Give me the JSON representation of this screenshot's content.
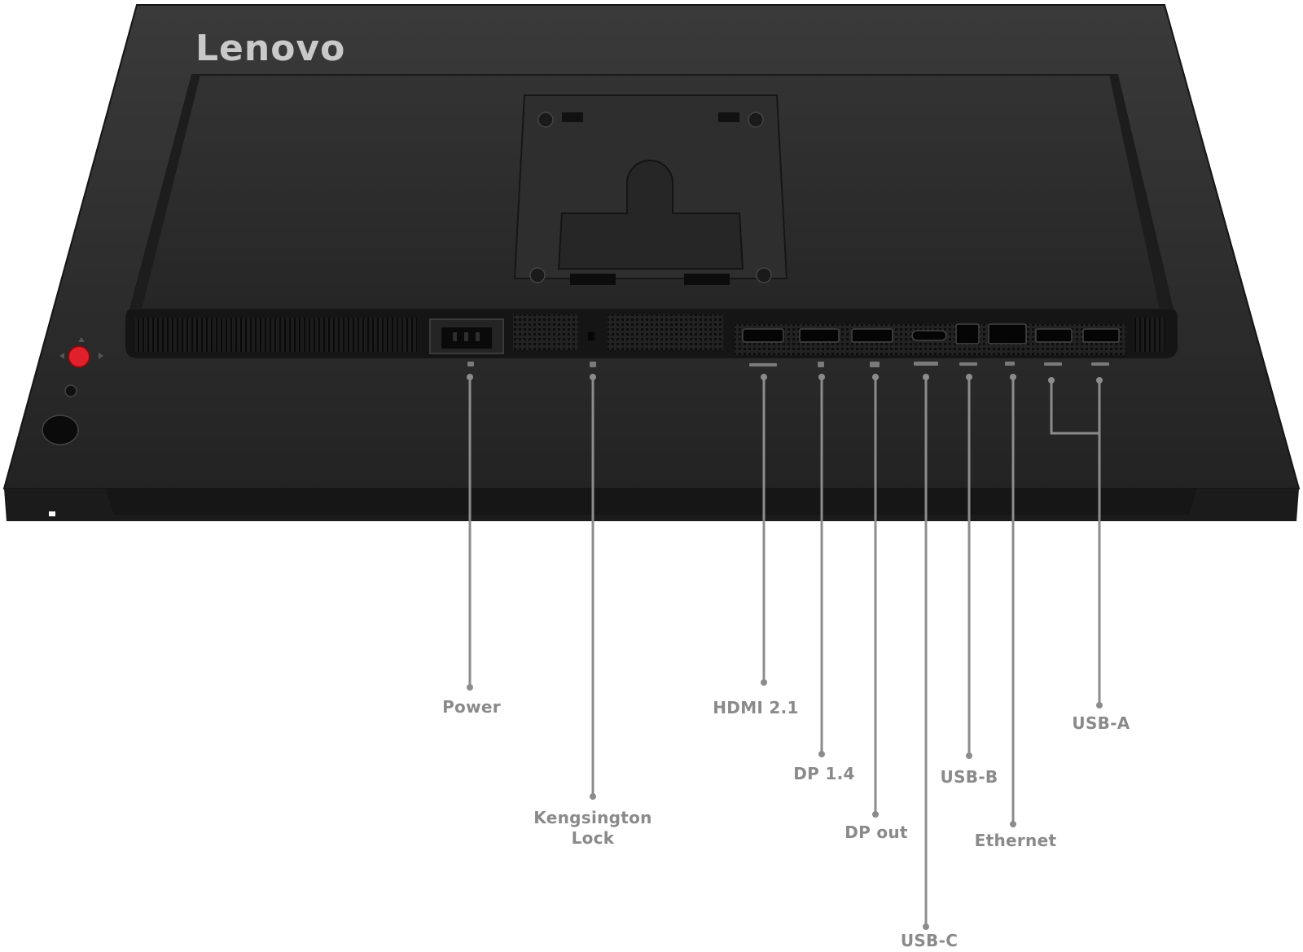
{
  "brand": "Lenovo",
  "callouts": [
    {
      "id": "power",
      "label": "Power"
    },
    {
      "id": "kensington-lock",
      "label": "Kengsington\nLock"
    },
    {
      "id": "hdmi",
      "label": "HDMI 2.1"
    },
    {
      "id": "dp14",
      "label": "DP 1.4"
    },
    {
      "id": "dp-out",
      "label": "DP out"
    },
    {
      "id": "usb-c",
      "label": "USB-C"
    },
    {
      "id": "usb-b",
      "label": "USB-B"
    },
    {
      "id": "ethernet",
      "label": "Ethernet"
    },
    {
      "id": "usb-a",
      "label": "USB-A"
    }
  ],
  "colors": {
    "monitor_body": "#2b2b2b",
    "monitor_edge": "#1a1a1a",
    "leader_line": "#8c8c8c",
    "label": "#8a8a8a",
    "joystick": "#e0202a"
  }
}
